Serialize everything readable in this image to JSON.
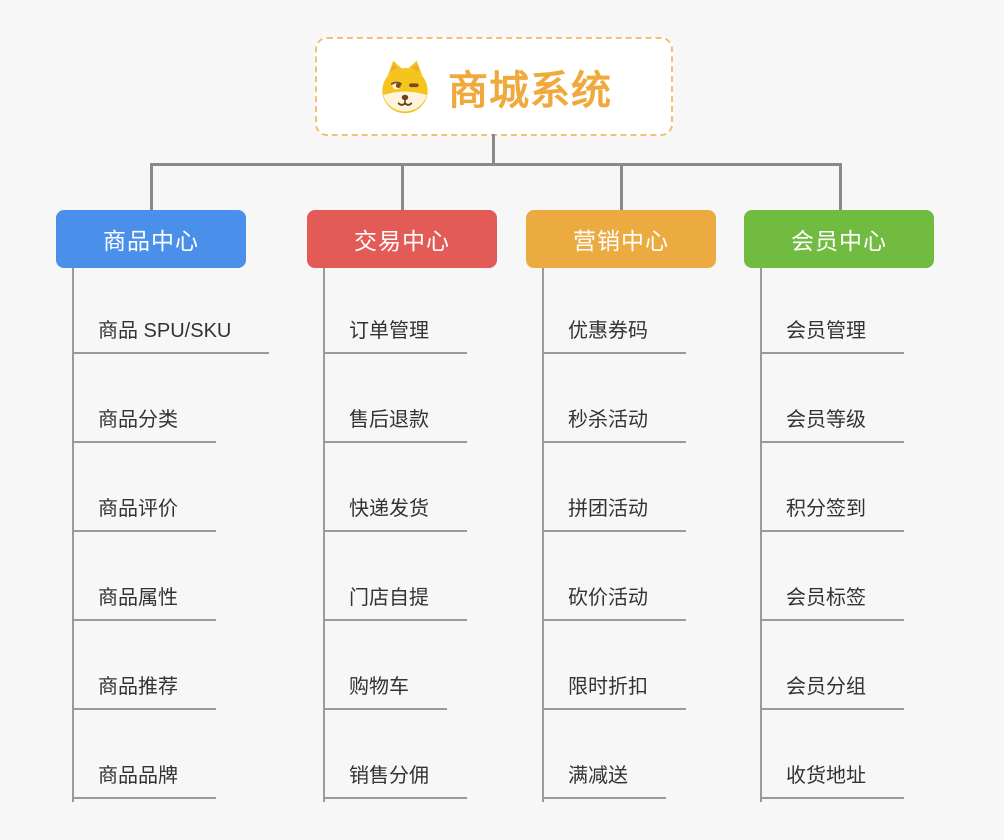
{
  "page": {
    "background": "#f7f7f7",
    "connector_color": "#8a8a8a",
    "leaf_line_color": "#9b9b9b"
  },
  "root": {
    "title": "商城系统",
    "icon": "doge-icon",
    "text_color": "#f0a93c",
    "border_color": "#f3c075"
  },
  "branches": [
    {
      "title": "商品中心",
      "color": "#4a90ea",
      "children": [
        "商品 SPU/SKU",
        "商品分类",
        "商品评价",
        "商品属性",
        "商品推荐",
        "商品品牌"
      ]
    },
    {
      "title": "交易中心",
      "color": "#e35b56",
      "children": [
        "订单管理",
        "售后退款",
        "快递发货",
        "门店自提",
        "购物车",
        "销售分佣"
      ]
    },
    {
      "title": "营销中心",
      "color": "#ecab41",
      "children": [
        "优惠券码",
        "秒杀活动",
        "拼团活动",
        "砍价活动",
        "限时折扣",
        "满减送"
      ]
    },
    {
      "title": "会员中心",
      "color": "#70bb40",
      "children": [
        "会员管理",
        "会员等级",
        "积分签到",
        "会员标签",
        "会员分组",
        "收货地址"
      ]
    }
  ]
}
